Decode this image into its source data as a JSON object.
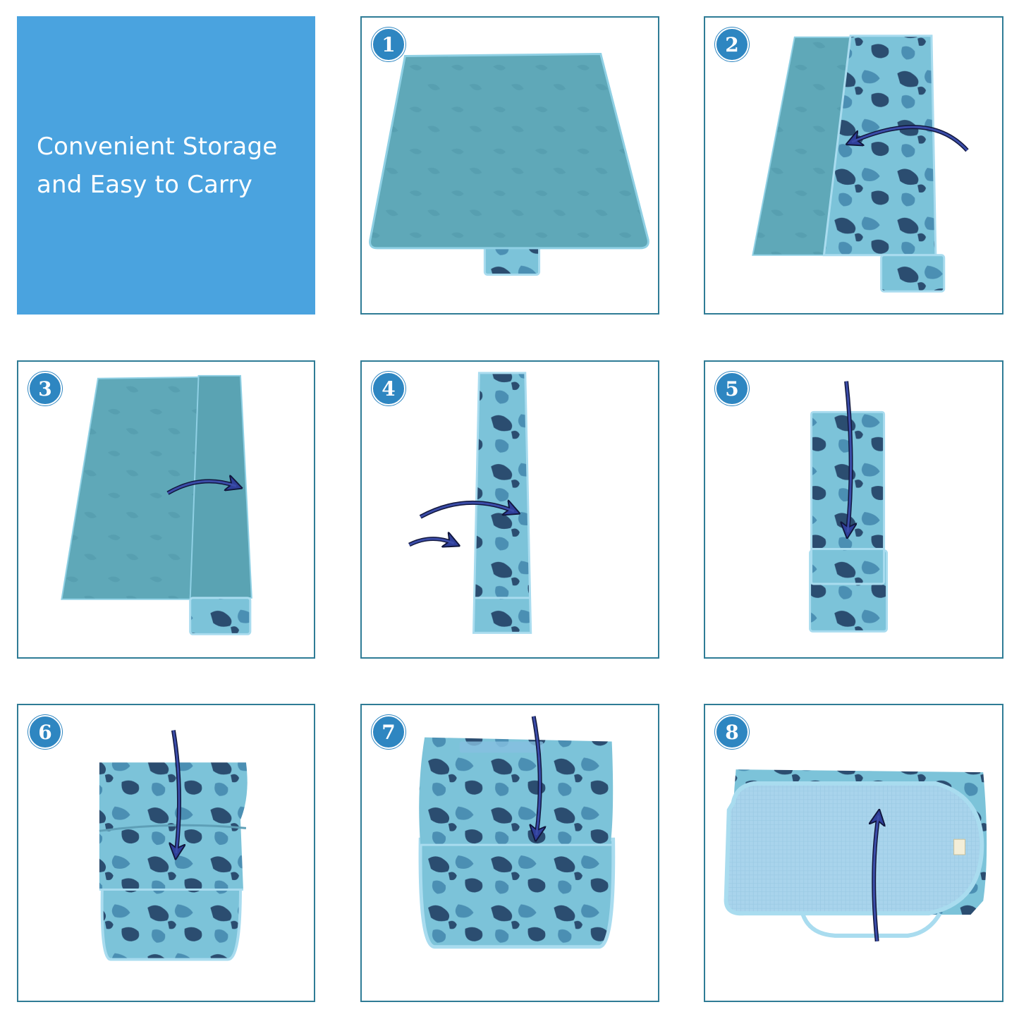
{
  "title": {
    "line1": "Convenient Storage",
    "line2": "and Easy to Carry"
  },
  "steps": [
    {
      "number": "1"
    },
    {
      "number": "2"
    },
    {
      "number": "3"
    },
    {
      "number": "4"
    },
    {
      "number": "5"
    },
    {
      "number": "6"
    },
    {
      "number": "7"
    },
    {
      "number": "8"
    }
  ],
  "colors": {
    "title_bg": "#4aa3df",
    "frame_border": "#2f7c96",
    "badge": "#2e86c1",
    "mat_teal": "#5fa8b8",
    "camo_light": "#7cc3d9",
    "camo_dark": "#2b4d70",
    "arrow": "#1c2a66"
  }
}
